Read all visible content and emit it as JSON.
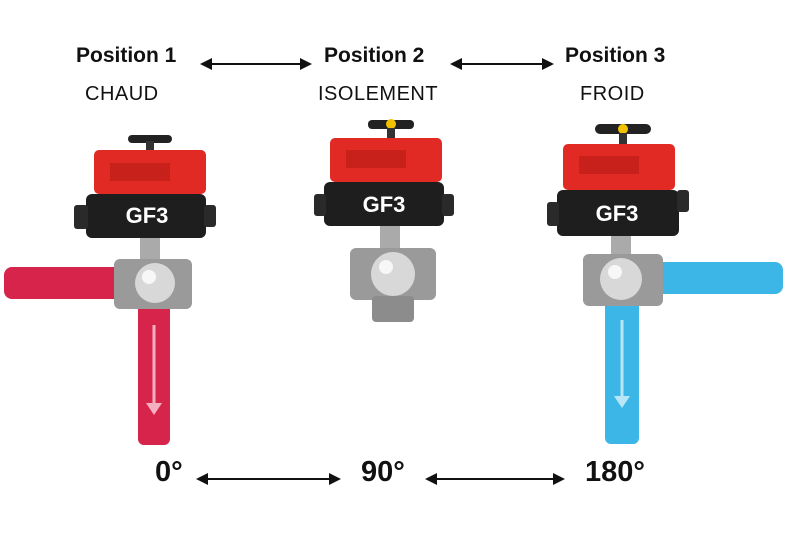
{
  "positions": [
    {
      "title": "Position 1",
      "label": "CHAUD",
      "angle": "0°",
      "brand": "GF3",
      "flow_color": "#d6244a"
    },
    {
      "title": "Position 2",
      "label": "ISOLEMENT",
      "angle": "90°",
      "brand": "GF3"
    },
    {
      "title": "Position 3",
      "label": "FROID",
      "angle": "180°",
      "brand": "GF3",
      "flow_color": "#3bb6e6"
    }
  ],
  "colors": {
    "actuator_red": "#e02a23",
    "actuator_black": "#1e1e1e",
    "steel": "#9a9a9a",
    "knob_yellow": "#f2c200"
  }
}
